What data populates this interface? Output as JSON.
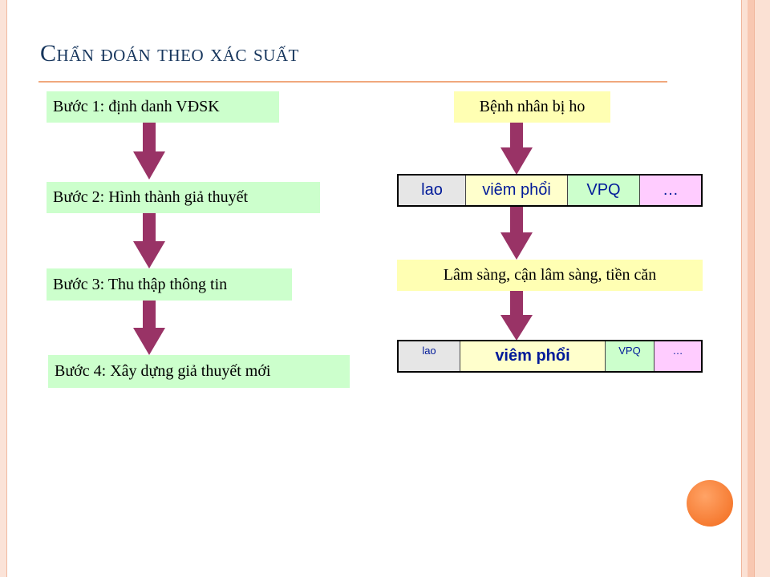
{
  "slide": {
    "title": "Chẩn đoán theo xác suất",
    "steps": [
      "Bước 1: định danh VĐSK",
      "Bước 2: Hình thành giả thuyết",
      "Bước 3: Thu thập thông tin",
      "Bước 4: Xây dựng giả thuyết mới"
    ],
    "right": {
      "start": "Bệnh nhân bị ho",
      "hypotheses": [
        "lao",
        "viêm phổi",
        "VPQ",
        "…"
      ],
      "info": "Lâm sàng, cận lâm sàng, tiền căn",
      "updated": [
        "lao",
        "viêm phổi",
        "VPQ",
        "…"
      ]
    }
  },
  "colors": {
    "title": "#17365d",
    "step_fill": "#ccffcc",
    "note_fill": "#ffffb3",
    "arrow": "#993366",
    "accent_line": "#f0a87d",
    "orb": "#f26a1b"
  }
}
